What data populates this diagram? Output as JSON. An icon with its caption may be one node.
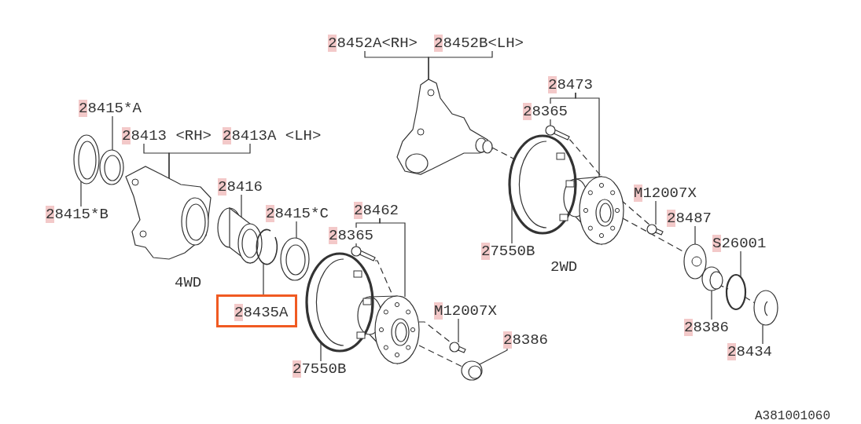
{
  "diagram": {
    "nodes": [
      {
        "text": [
          "28452A<RH>"
        ]
      },
      {
        "text": [
          "28452B<LH>"
        ]
      },
      {
        "text": [],
        "shape": "picture"
      },
      {
        "text": [
          "28473"
        ]
      },
      {
        "text": [
          "28365"
        ]
      },
      {
        "text": [],
        "shape": "picture"
      },
      {
        "text": [],
        "shape": "picture"
      },
      {
        "text": [
          "28415*A"
        ]
      },
      {
        "text": [],
        "shape": "picture"
      },
      {
        "text": [
          "28413 <RH>"
        ]
      },
      {
        "text": [
          "28413A <LH>"
        ]
      },
      {
        "text": [],
        "shape": "picture"
      },
      {
        "text": [],
        "shape": "picture"
      },
      {
        "text": [
          "M12007X"
        ]
      },
      {
        "text": [],
        "shape": "bolt"
      },
      {
        "text": [
          "28416"
        ]
      },
      {
        "text": [],
        "shape": "picture"
      },
      {
        "text": [
          "28415*B"
        ]
      },
      {
        "text": [
          "28462"
        ]
      },
      {
        "text": [
          "28415*C"
        ]
      },
      {
        "text": [],
        "shape": "picture"
      },
      {
        "text": [
          "28487"
        ]
      },
      {
        "text": [],
        "shape": "picture"
      },
      {
        "text": [
          "28365"
        ]
      },
      {
        "text": [],
        "shape": "picture"
      },
      {
        "text": [],
        "shape": "picture"
      },
      {
        "text": [],
        "shape": "picture"
      },
      {
        "text": [
          "27550B"
        ]
      },
      {
        "text": [
          "S26001"
        ]
      },
      {
        "text": [],
        "shape": "circle"
      },
      {
        "text": [],
        "shape": "picture"
      },
      {
        "text": [],
        "shape": "picture"
      },
      {
        "text": [
          "28435A"
        ]
      },
      {
        "text": [],
        "shape": "picture"
      },
      {
        "text": [
          "M12007X"
        ]
      },
      {
        "text": [],
        "shape": "bolt"
      },
      {
        "text": [],
        "shape": "picture"
      },
      {
        "text": [
          "28386"
        ]
      },
      {
        "text": [
          "28386"
        ]
      },
      {
        "text": [],
        "shape": "picture"
      },
      {
        "text": [
          "28434"
        ]
      },
      {
        "text": [
          "27550B"
        ]
      }
    ],
    "edges": [
      {
        "from": 0,
        "to": 2,
        "arrow": "none"
      },
      {
        "from": 1,
        "to": 2,
        "arrow": "none"
      },
      {
        "from": 3,
        "to": 4,
        "arrow": "none"
      },
      {
        "from": 3,
        "to": 6,
        "arrow": "none"
      },
      {
        "from": 4,
        "to": 5,
        "arrow": "none"
      },
      {
        "from": 7,
        "to": 8,
        "arrow": "none"
      },
      {
        "from": 9,
        "to": 11,
        "arrow": "none"
      },
      {
        "from": 10,
        "to": 11,
        "arrow": "none"
      },
      {
        "from": 13,
        "to": 14,
        "arrow": "none"
      },
      {
        "from": 15,
        "to": 16,
        "arrow": "none"
      },
      {
        "from": 17,
        "to": 12,
        "arrow": "none"
      },
      {
        "from": 18,
        "to": 23,
        "arrow": "none"
      },
      {
        "from": 18,
        "to": 25,
        "arrow": "none"
      },
      {
        "from": 19,
        "to": 20,
        "arrow": "none"
      },
      {
        "from": 21,
        "to": 22,
        "arrow": "none"
      },
      {
        "from": 23,
        "to": 24,
        "arrow": "none"
      },
      {
        "from": 27,
        "to": 26,
        "arrow": "none"
      },
      {
        "from": 28,
        "to": 29,
        "arrow": "none"
      },
      {
        "from": 37,
        "to": 30,
        "arrow": "none"
      },
      {
        "from": 32,
        "to": 31,
        "arrow": "none"
      },
      {
        "from": 40,
        "to": 33,
        "arrow": "none"
      },
      {
        "from": 34,
        "to": 35,
        "arrow": "none"
      },
      {
        "from": 38,
        "to": 39,
        "arrow": "none"
      },
      {
        "from": 41,
        "to": 36,
        "arrow": "none"
      },
      {
        "from": 2,
        "to": 26,
        "arrow": "none",
        "style": "dashed"
      },
      {
        "from": 6,
        "to": 22,
        "arrow": "none",
        "style": "dashed"
      },
      {
        "from": 5,
        "to": 6,
        "arrow": "none",
        "style": "dashed"
      },
      {
        "from": 6,
        "to": 14,
        "arrow": "none",
        "style": "dashed"
      },
      {
        "from": 30,
        "to": 29,
        "arrow": "none",
        "style": "dashed"
      },
      {
        "from": 29,
        "to": 33,
        "arrow": "none",
        "style": "dashed"
      },
      {
        "from": 24,
        "to": 25,
        "arrow": "none",
        "style": "dashed"
      },
      {
        "from": 25,
        "to": 39,
        "arrow": "none",
        "style": "dashed"
      },
      {
        "from": 25,
        "to": 35,
        "arrow": "none",
        "style": "dashed"
      }
    ],
    "labels": [
      "4WD",
      "2WD",
      "A381001060"
    ]
  }
}
